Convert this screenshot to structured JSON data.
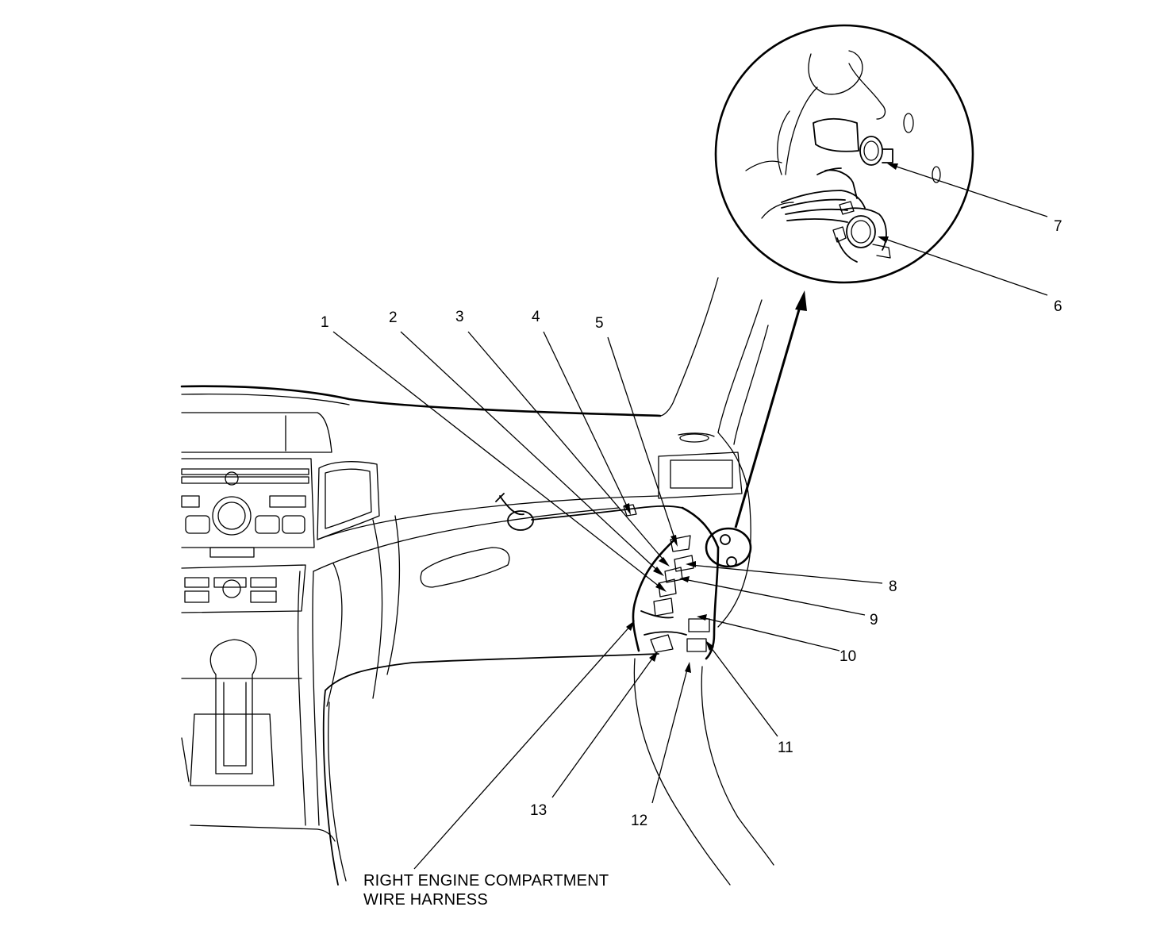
{
  "callouts": [
    {
      "id": "1",
      "label": "1"
    },
    {
      "id": "2",
      "label": "2"
    },
    {
      "id": "3",
      "label": "3"
    },
    {
      "id": "4",
      "label": "4"
    },
    {
      "id": "5",
      "label": "5"
    },
    {
      "id": "6",
      "label": "6"
    },
    {
      "id": "7",
      "label": "7"
    },
    {
      "id": "8",
      "label": "8"
    },
    {
      "id": "9",
      "label": "9"
    },
    {
      "id": "10",
      "label": "10"
    },
    {
      "id": "11",
      "label": "11"
    },
    {
      "id": "12",
      "label": "12"
    },
    {
      "id": "13",
      "label": "13"
    }
  ],
  "harness_label": {
    "line1": "RIGHT ENGINE COMPARTMENT",
    "line2": "WIRE HARNESS"
  }
}
